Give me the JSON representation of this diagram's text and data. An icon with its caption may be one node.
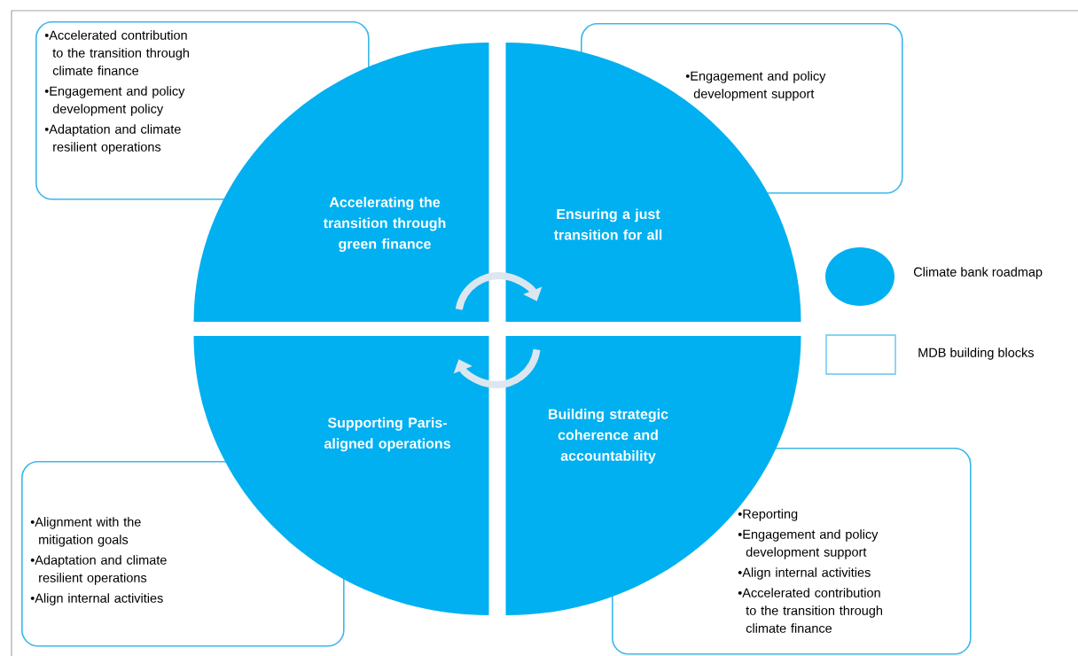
{
  "diagram": {
    "nodes": [
      {
        "text": [
          "•Accelerated contribution to the transition through climate finance",
          "•Engagement and policy development policy",
          "•Adaptation and climate resilient operations"
        ]
      },
      {
        "text": [
          "•Engagement and policy development support"
        ]
      },
      {
        "text": [
          "•Alignment with the mitigation goals",
          "•Adaptation and climate resilient operations",
          "•Align internal activities"
        ]
      },
      {
        "text": [
          "•Reporting",
          "•Engagement and policy development support",
          "•Align internal activities",
          "•Accelerated contribution to the transition through climate finance"
        ]
      },
      {
        "text": [
          "Accelerating the transition through green finance"
        ]
      },
      {
        "text": [
          "Ensuring a just transition for all"
        ]
      },
      {
        "text": [
          "Supporting Paris-aligned operations"
        ]
      },
      {
        "text": [
          "Building strategic coherence and accountability"
        ]
      }
    ],
    "edges": [
      {
        "from": 4,
        "to": 5,
        "arrow": "to"
      },
      {
        "from": 7,
        "to": 6,
        "arrow": "to"
      }
    ],
    "legend": [
      {
        "text": "Climate bank roadmap",
        "color": "#00b0f0"
      },
      {
        "text": "MDB building blocks"
      }
    ]
  }
}
